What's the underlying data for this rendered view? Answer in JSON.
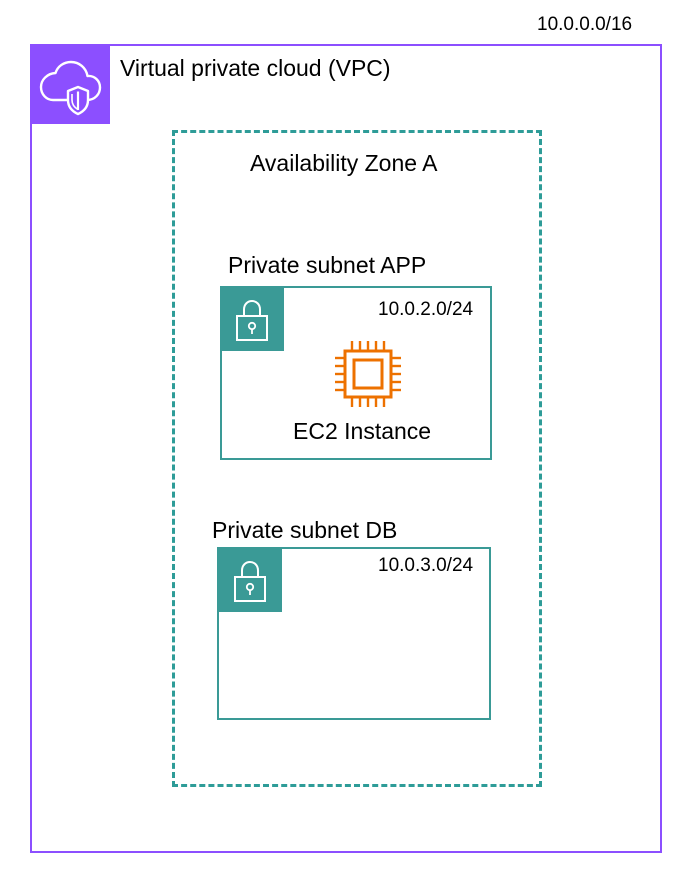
{
  "vpc": {
    "cidr": "10.0.0.0/16",
    "title": "Virtual private cloud (VPC)",
    "icon": "vpc-cloud-shield-icon",
    "border_color": "#8c4fff"
  },
  "availability_zone": {
    "title": "Availability Zone A",
    "border_color": "#2e9c98"
  },
  "subnets": [
    {
      "title": "Private subnet APP",
      "cidr": "10.0.2.0/24",
      "icon": "padlock-icon",
      "resource": {
        "icon": "ec2-chip-icon",
        "label": "EC2 Instance",
        "color": "#ed7100"
      }
    },
    {
      "title": "Private subnet DB",
      "cidr": "10.0.3.0/24",
      "icon": "padlock-icon"
    }
  ],
  "colors": {
    "subnet": "#3a9a96"
  }
}
